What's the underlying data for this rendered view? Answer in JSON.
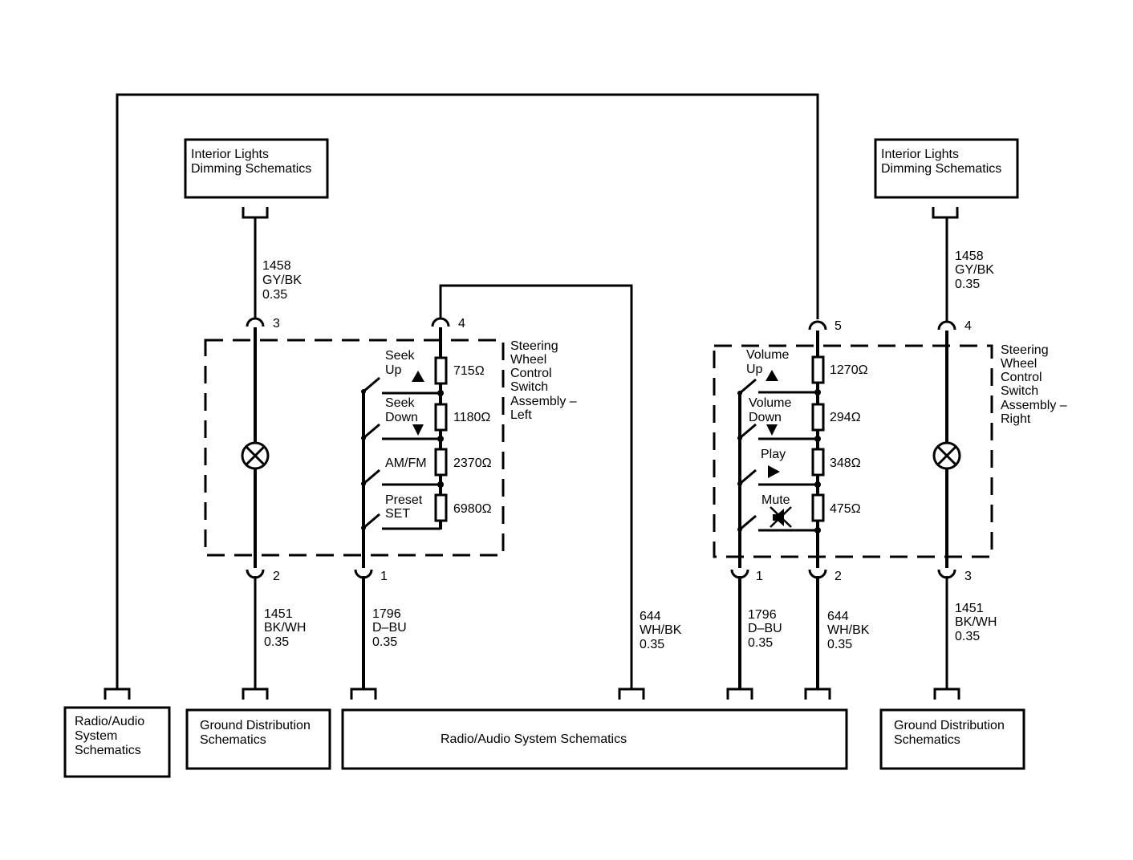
{
  "boxes": {
    "dimming_left": [
      "Interior Lights",
      "Dimming Schematics"
    ],
    "dimming_right": [
      "Interior Lights",
      "Dimming Schematics"
    ],
    "radio_small": [
      "Radio/Audio",
      "System",
      "Schematics"
    ],
    "ground_left": [
      "Ground Distribution",
      "Schematics"
    ],
    "radio_main": "Radio/Audio System Schematics",
    "ground_right": [
      "Ground Distribution",
      "Schematics"
    ]
  },
  "assemblies": {
    "left": [
      "Steering",
      "Wheel",
      "Control",
      "Switch",
      "Assembly –",
      "Left"
    ],
    "right": [
      "Steering",
      "Wheel",
      "Control",
      "Switch",
      "Assembly –",
      "Right"
    ]
  },
  "pins": {
    "left_3": "3",
    "left_4": "4",
    "left_2": "2",
    "left_1": "1",
    "right_5": "5",
    "right_4": "4",
    "right_1": "1",
    "right_2": "2",
    "right_3": "3"
  },
  "wires": {
    "lt_1458": [
      "1458",
      "GY/BK",
      "0.35"
    ],
    "rt_1458": [
      "1458",
      "GY/BK",
      "0.35"
    ],
    "lb_1451": [
      "1451",
      "BK/WH",
      "0.35"
    ],
    "lb_1796": [
      "1796",
      "D–BU",
      "0.35"
    ],
    "mid_644": [
      "644",
      "WH/BK",
      "0.35"
    ],
    "rb_1796": [
      "1796",
      "D–BU",
      "0.35"
    ],
    "rb_644": [
      "644",
      "WH/BK",
      "0.35"
    ],
    "rb_1451": [
      "1451",
      "BK/WH",
      "0.35"
    ]
  },
  "switches_left": [
    {
      "label": [
        "Seek",
        "Up"
      ],
      "resistor": "715Ω"
    },
    {
      "label": [
        "Seek",
        "Down"
      ],
      "resistor": "1180Ω"
    },
    {
      "label": [
        "AM/FM"
      ],
      "resistor": "2370Ω"
    },
    {
      "label": [
        "Preset",
        "SET"
      ],
      "resistor": "6980Ω"
    }
  ],
  "switches_right": [
    {
      "label": [
        "Volume",
        "Up"
      ],
      "resistor": "1270Ω"
    },
    {
      "label": [
        "Volume",
        "Down"
      ],
      "resistor": "294Ω"
    },
    {
      "label": [
        "Play"
      ],
      "resistor": "348Ω"
    },
    {
      "label": [
        "Mute"
      ],
      "resistor": "475Ω"
    }
  ]
}
